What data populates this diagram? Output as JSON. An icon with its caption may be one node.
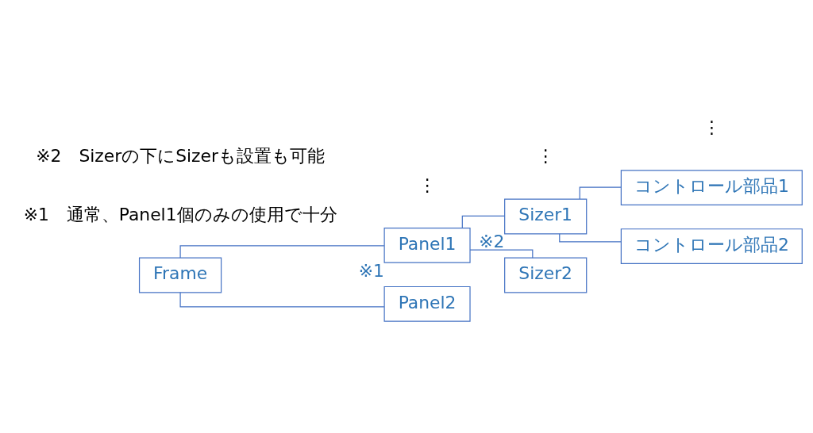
{
  "diagram": {
    "nodes": [
      {
        "text": [
          "Frame"
        ]
      },
      {
        "text": [
          "Panel1"
        ],
        "beside": [
          "※1"
        ]
      },
      {
        "text": [
          "Panel2"
        ]
      },
      {
        "text": [
          "Sizer1"
        ],
        "beside": [
          "※2"
        ]
      },
      {
        "text": [
          "Sizer2"
        ]
      },
      {
        "text": [
          "コントロール部品1"
        ]
      },
      {
        "text": [
          "コントロール部品2"
        ]
      }
    ],
    "edges": [
      {
        "from": 0,
        "to": 1,
        "arrow": "none"
      },
      {
        "from": 0,
        "to": 2,
        "arrow": "none"
      },
      {
        "from": 1,
        "to": 3,
        "arrow": "none"
      },
      {
        "from": 1,
        "to": 4,
        "arrow": "none"
      },
      {
        "from": 3,
        "to": 5,
        "arrow": "none"
      },
      {
        "from": 3,
        "to": 6,
        "arrow": "none"
      }
    ],
    "labels": [
      "⋮",
      "⋮",
      "⋮",
      "※1　通常、Panel1個のみの使用で十分",
      "※2　Sizerの下にSizerも設置も可能"
    ]
  }
}
